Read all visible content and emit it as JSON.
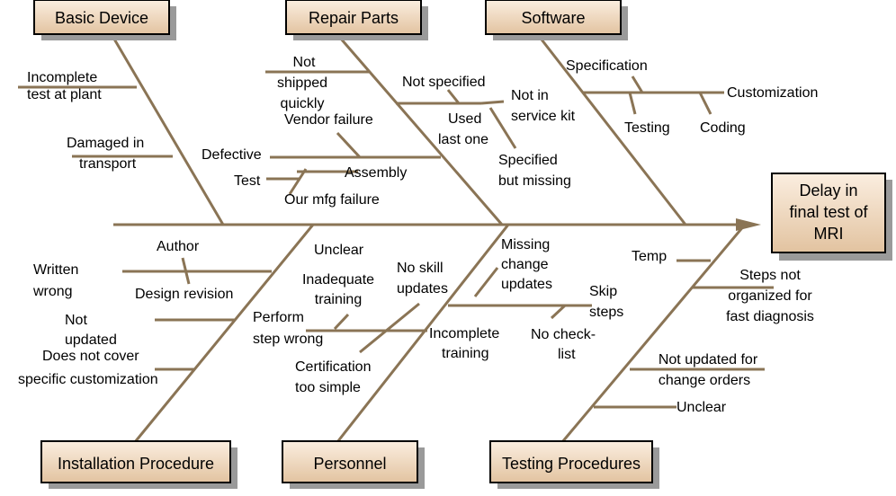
{
  "effect": {
    "lines": [
      "Delay in",
      "final test of",
      "MRI"
    ]
  },
  "categories": {
    "basic_device": "Basic Device",
    "repair_parts": "Repair Parts",
    "software": "Software",
    "installation_procedure": "Installation Procedure",
    "personnel": "Personnel",
    "testing_procedures": "Testing Procedures"
  },
  "causes": {
    "incomplete_test": [
      "Incomplete",
      "test at plant"
    ],
    "damaged_transport": [
      "Damaged in",
      "transport"
    ],
    "not_shipped": [
      "Not",
      "shipped",
      "quickly"
    ],
    "vendor_failure": "Vendor failure",
    "defective": "Defective",
    "test": "Test",
    "assembly": "Assembly",
    "our_mfg_failure": "Our mfg failure",
    "not_specified": "Not specified",
    "not_in_service_kit": [
      "Not in",
      "service kit"
    ],
    "used_last_one": [
      "Used",
      "last one"
    ],
    "specified_missing": [
      "Specified",
      "but missing"
    ],
    "specification": "Specification",
    "customization": "Customization",
    "testing": "Testing",
    "coding": "Coding",
    "author": "Author",
    "written_wrong": [
      "Written",
      "wrong"
    ],
    "design_revision": "Design revision",
    "not_updated": [
      "Not",
      "updated"
    ],
    "does_not_cover": [
      "Does not cover",
      "specific customization"
    ],
    "unclear_install": "Unclear",
    "inadequate_training": [
      "Inadequate",
      "training"
    ],
    "no_skill_updates": [
      "No skill",
      "updates"
    ],
    "perform_step_wrong": [
      "Perform",
      "step wrong"
    ],
    "certification": [
      "Certification",
      "too simple"
    ],
    "missing_change": [
      "Missing",
      "change",
      "updates"
    ],
    "incomplete_training": [
      "Incomplete",
      "training"
    ],
    "skip_steps": [
      "Skip",
      "steps"
    ],
    "no_checklist": [
      "No check-",
      "list"
    ],
    "temp": "Temp",
    "steps_not_organized": [
      "Steps not",
      "organized for",
      "fast diagnosis"
    ],
    "not_updated_change": [
      "Not updated for",
      "change orders"
    ],
    "unclear_testing": "Unclear"
  },
  "colors": {
    "bone": "#8a7455",
    "box_fill_top": "#fbeee0",
    "box_fill_bottom": "#e2c3a0",
    "shadow": "#9a9a9a"
  }
}
